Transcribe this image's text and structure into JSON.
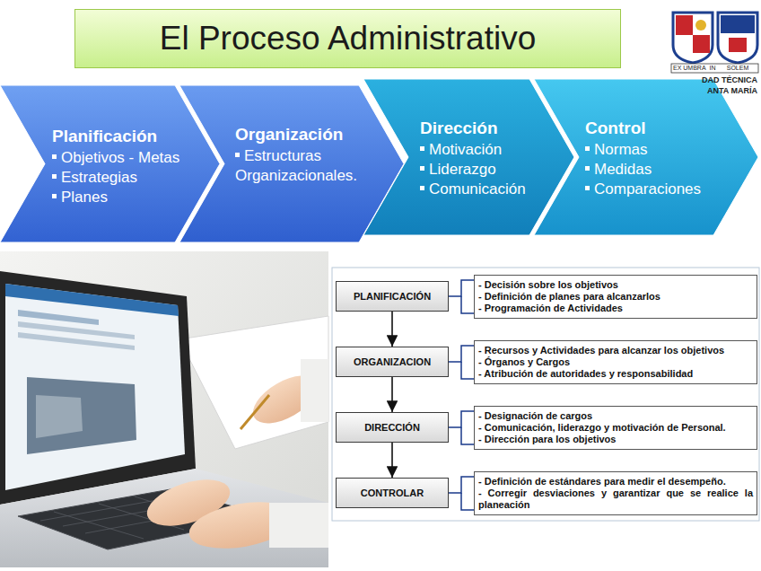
{
  "diagram": {
    "title": "El Proceso Administrativo",
    "nodes": [
      {
        "text": [
          "Planificación",
          "Objetivos - Metas",
          "Estrategias",
          "Planes"
        ]
      },
      {
        "text": [
          "Organización",
          "Estructuras Organizacionales."
        ]
      },
      {
        "text": [
          "Dirección",
          "Motivación",
          "Liderazgo",
          "Comunicación"
        ]
      },
      {
        "text": [
          "Control",
          "Normas",
          "Medidas",
          "Comparaciones"
        ]
      },
      {
        "text": [
          "PLANIFICACIÓN"
        ]
      },
      {
        "text": [
          "- Decisión sobre los objetivos",
          "- Definición de planes para alcanzarlos",
          "- Programación de Actividades"
        ]
      },
      {
        "text": [
          "ORGANIZACION"
        ]
      },
      {
        "text": [
          "- Recursos y Actividades para alcanzar los objetivos",
          "- Órganos y Cargos",
          "- Atribución de autoridades y responsabilidad"
        ]
      },
      {
        "text": [
          "DIRECCIÓN"
        ]
      },
      {
        "text": [
          "- Designación de cargos",
          "- Comunicación, liderazgo y motivación de Personal.",
          "- Dirección para los objetivos"
        ]
      },
      {
        "text": [
          "CONTROLAR"
        ]
      },
      {
        "text": [
          "- Definición de estándares para medir el desempeño.",
          "- Corregir desviaciones y garantizar que se realice la planeación"
        ]
      }
    ],
    "edges": [
      {
        "from": 4,
        "to": 5,
        "arrow": "none"
      },
      {
        "from": 4,
        "to": 6,
        "arrow": "to"
      },
      {
        "from": 6,
        "to": 7,
        "arrow": "none"
      },
      {
        "from": 6,
        "to": 8,
        "arrow": "to"
      },
      {
        "from": 8,
        "to": 9,
        "arrow": "none"
      },
      {
        "from": 8,
        "to": 10,
        "arrow": "to"
      },
      {
        "from": 10,
        "to": 11,
        "arrow": "none"
      }
    ],
    "labels": [
      "EX UMBRA",
      "IN",
      "SOLEM",
      "DAD TÉCNICA",
      "ANTA MARÍA"
    ]
  }
}
